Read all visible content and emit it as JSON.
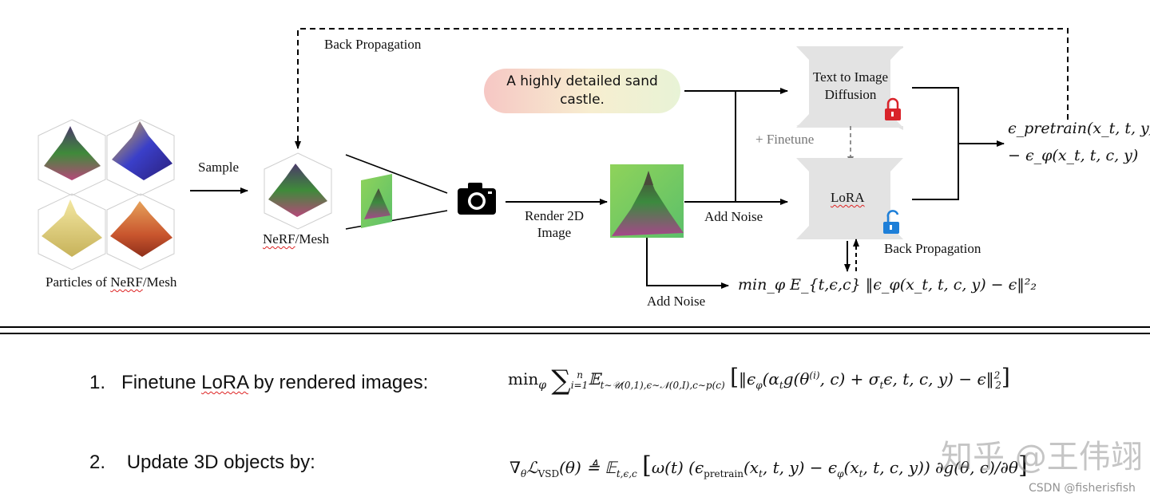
{
  "top": {
    "back_propagation_top": "Back Propagation",
    "sample_label": "Sample",
    "particles_label_prefix": "Particles of ",
    "particles_label_nerf": "NeRF",
    "particles_label_suffix": "/Mesh",
    "nerf_label_prefix": "NeRF",
    "nerf_label_suffix": "/Mesh",
    "render_label_line1": "Render 2D",
    "render_label_line2": "Image",
    "prompt_text": "A highly detailed sand castle.",
    "t2i_line1": "Text to Image",
    "t2i_line2": "Diffusion",
    "finetune_label": "+ Finetune",
    "lora_label": "LoRA",
    "add_noise_mid": "Add Noise",
    "add_noise_bottom": "Add Noise",
    "back_propagation_bottom": "Back Propagation",
    "eps_line1": "ϵ_pretrain(x_t, t, y)",
    "eps_line2": "− ϵ_φ(x_t, t, c, y)",
    "loss_formula": "min_φ E_{t,ϵ,c} ‖ϵ_φ(x_t, t, c, y) − ϵ‖²₂"
  },
  "steps": {
    "step1_number": "1.",
    "step1_prefix": "Finetune ",
    "step1_lora": "LoRA",
    "step1_suffix": " by rendered images:",
    "step2_number": "2.",
    "step2_text": "Update 3D objects by:"
  },
  "watermark": {
    "zhihu": "知乎 @王伟翊",
    "csdn": "CSDN @fisherisfish"
  },
  "colors": {
    "lock_red": "#d9232a",
    "lock_blue": "#1e7fd8",
    "trapezoid": "#e3e3e3"
  },
  "icons": [
    "camera-icon",
    "lock-closed-icon",
    "lock-open-icon"
  ]
}
